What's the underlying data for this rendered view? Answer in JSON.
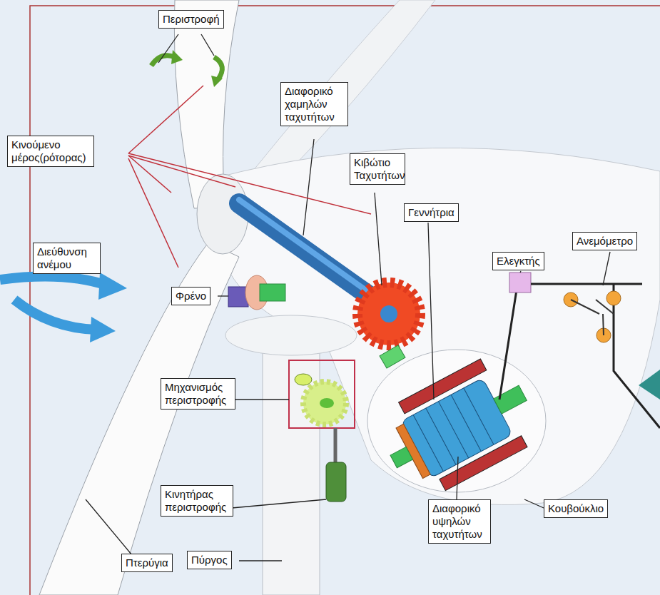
{
  "diagram": {
    "nodes": [
      {
        "text": [
          "Περιστροφή"
        ]
      },
      {
        "text": [
          "Διαφορικό χαμηλών ταχυτήτων"
        ]
      },
      {
        "text": [
          "Κινούμενο μέρος(ρότορας)"
        ]
      },
      {
        "text": [
          "Κιβώτιο Ταχυτήτων"
        ]
      },
      {
        "text": [
          "Γεννήτρια"
        ]
      },
      {
        "text": [
          "Διεύθυνση ανέμου"
        ]
      },
      {
        "text": [
          "Ανεμόμετρο"
        ]
      },
      {
        "text": [
          "Ελεγκτής"
        ]
      },
      {
        "text": [
          "Φρένο"
        ]
      },
      {
        "text": [
          "Μηχανισμός περιστροφής"
        ]
      },
      {
        "text": [
          "Κινητήρας περιστροφής"
        ]
      },
      {
        "text": [
          "Διαφορικό υψηλών ταχυτήτων"
        ]
      },
      {
        "text": [
          "Κουβούκλιο"
        ]
      },
      {
        "text": [
          "Πτερύγια"
        ]
      },
      {
        "text": [
          "Πύργος"
        ]
      }
    ]
  }
}
